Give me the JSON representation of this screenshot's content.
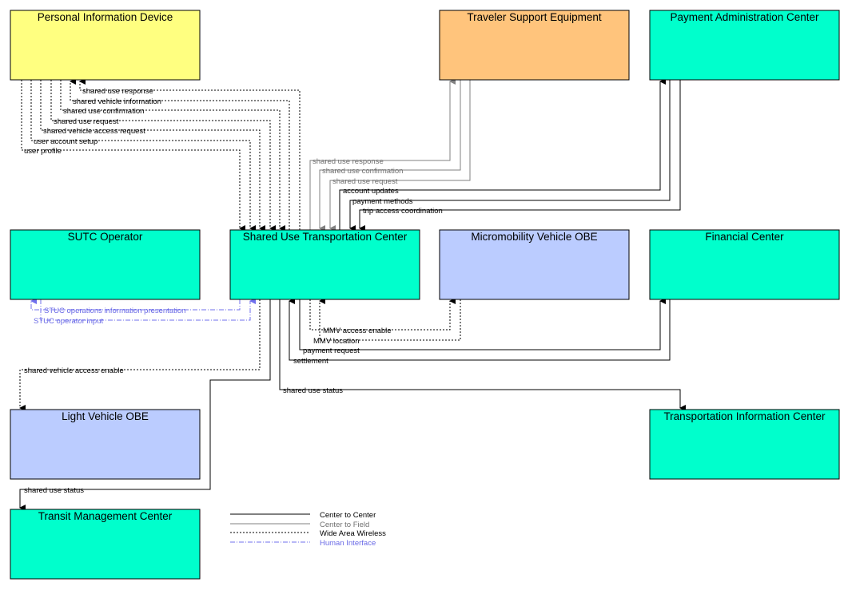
{
  "colors": {
    "center": "#00ffcc",
    "personal": "#ffff80",
    "field": "#ffc47c",
    "vehicle": "#bbccff",
    "line_c2c": "#000000",
    "line_c2f": "#808080",
    "line_waw": "#000000",
    "line_human": "#7070ee"
  },
  "elements": [
    {
      "id": "pid",
      "title": "Personal Information Device",
      "kind": "personal"
    },
    {
      "id": "tse",
      "title": "Traveler Support Equipment",
      "kind": "field"
    },
    {
      "id": "pac",
      "title": "Payment Administration Center",
      "kind": "center"
    },
    {
      "id": "sutco",
      "title": "SUTC Operator",
      "kind": "center"
    },
    {
      "id": "sutc",
      "title": "Shared Use Transportation Center",
      "kind": "center"
    },
    {
      "id": "mmv",
      "title": "Micromobility Vehicle OBE",
      "kind": "vehicle"
    },
    {
      "id": "fin",
      "title": "Financial Center",
      "kind": "center"
    },
    {
      "id": "lv",
      "title": "Light Vehicle OBE",
      "kind": "vehicle"
    },
    {
      "id": "tic",
      "title": "Transportation Information Center",
      "kind": "center"
    },
    {
      "id": "tmc",
      "title": "Transit Management Center",
      "kind": "center"
    }
  ],
  "flows": [
    {
      "label": "shared use response",
      "type": "waw"
    },
    {
      "label": "shared vehicle information",
      "type": "waw"
    },
    {
      "label": "shared use confirmation",
      "type": "waw"
    },
    {
      "label": "shared use request",
      "type": "waw"
    },
    {
      "label": "shared vehicle access request",
      "type": "waw"
    },
    {
      "label": "user account setup",
      "type": "waw"
    },
    {
      "label": "user profile",
      "type": "waw"
    },
    {
      "label": "shared use response",
      "type": "c2f"
    },
    {
      "label": "shared use confirmation",
      "type": "c2f"
    },
    {
      "label": "shared use request",
      "type": "c2f"
    },
    {
      "label": "account updates",
      "type": "c2c"
    },
    {
      "label": "payment methods",
      "type": "c2c"
    },
    {
      "label": "trip access coordination",
      "type": "c2c"
    },
    {
      "label": "STUC operations information presentation",
      "type": "human"
    },
    {
      "label": "STUC operator input",
      "type": "human"
    },
    {
      "label": "MMV access enable",
      "type": "waw"
    },
    {
      "label": "MMV location",
      "type": "waw"
    },
    {
      "label": "payment request",
      "type": "c2c"
    },
    {
      "label": "settlement",
      "type": "c2c"
    },
    {
      "label": "shared vehicle access enable",
      "type": "waw"
    },
    {
      "label": "shared use status",
      "type": "c2c"
    },
    {
      "label": "shared use status",
      "type": "c2c"
    }
  ],
  "legend": [
    {
      "label": "Center to Center",
      "type": "c2c",
      "color": "#000000"
    },
    {
      "label": "Center to Field",
      "type": "c2f",
      "color": "#808080"
    },
    {
      "label": "Wide Area Wireless",
      "type": "waw",
      "color": "#000000"
    },
    {
      "label": "Human Interface",
      "type": "human",
      "color": "#7070ee"
    }
  ]
}
